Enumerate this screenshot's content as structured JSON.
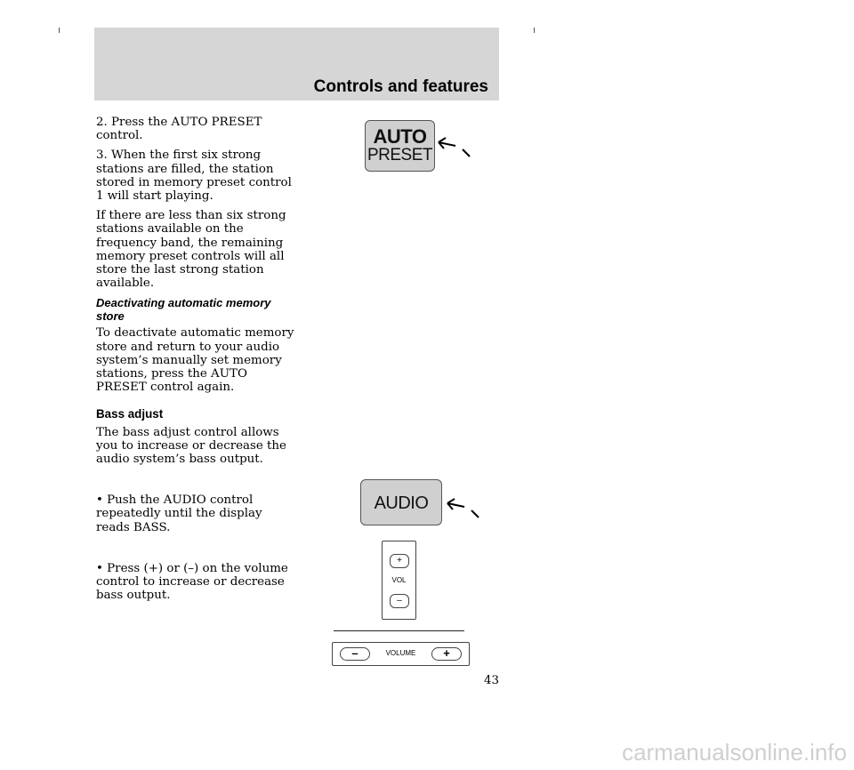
{
  "header": {
    "title": "Controls and features"
  },
  "body": {
    "step2": "2. Press the AUTO PRESET control.",
    "step3": "3. When the first six strong stations are filled, the station stored in memory preset control 1 will start playing.",
    "para_less": "If there are less than six strong stations available on the frequency band, the remaining memory preset controls will all store the last strong station available.",
    "deactivate_heading": "Deactivating automatic memory store",
    "deactivate_text": "To deactivate automatic memory store and return to your audio system’s manually set memory stations, press the AUTO PRESET control again.",
    "bass_heading": "Bass adjust",
    "bass_text": "The bass adjust control allows you to increase or decrease the audio system’s bass output.",
    "bullet1": "• Push the AUDIO control repeatedly until the display reads BASS.",
    "bullet2": "• Press (+) or (–) on the volume control to increase or decrease bass output."
  },
  "illustrations": {
    "auto_preset": {
      "line1": "AUTO",
      "line2": "PRESET"
    },
    "audio": {
      "label": "AUDIO"
    },
    "vol_control": {
      "plus": "+",
      "label": "VOL",
      "minus": "–"
    },
    "volume_bar": {
      "minus": "–",
      "label": "VOLUME",
      "plus": "+"
    }
  },
  "page_number": "43",
  "watermark": "carmanualsonline.info"
}
